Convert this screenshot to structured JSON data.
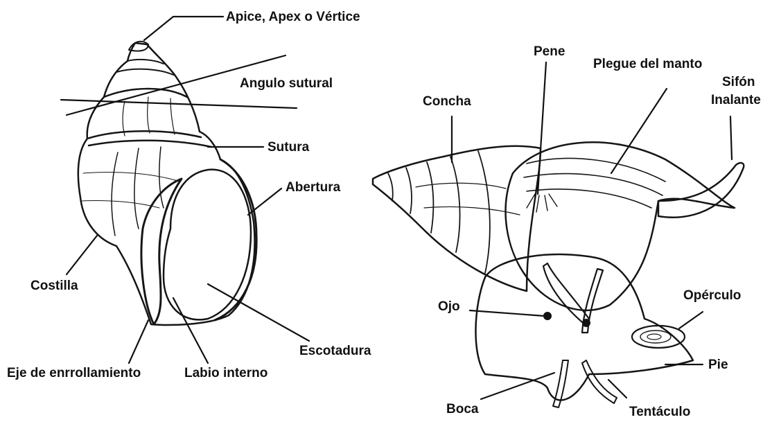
{
  "shell_labels": {
    "apex": "Apice, Apex o Vértice",
    "sutural_angle": "Angulo sutural",
    "suture": "Sutura",
    "aperture": "Abertura",
    "rib": "Costilla",
    "notch": "Escotadura",
    "coiling_axis": "Eje de enrrollamiento",
    "inner_lip": "Labio interno"
  },
  "snail_labels": {
    "penis": "Pene",
    "mantle_fold": "Plegue del manto",
    "siphon_line1": "Sifón",
    "siphon_line2": "Inalante",
    "shell": "Concha",
    "eye": "Ojo",
    "operculum": "Opérculo",
    "foot": "Pie",
    "mouth": "Boca",
    "tentacle": "Tentáculo"
  },
  "colors": {
    "ink": "#111111",
    "background": "#ffffff"
  }
}
